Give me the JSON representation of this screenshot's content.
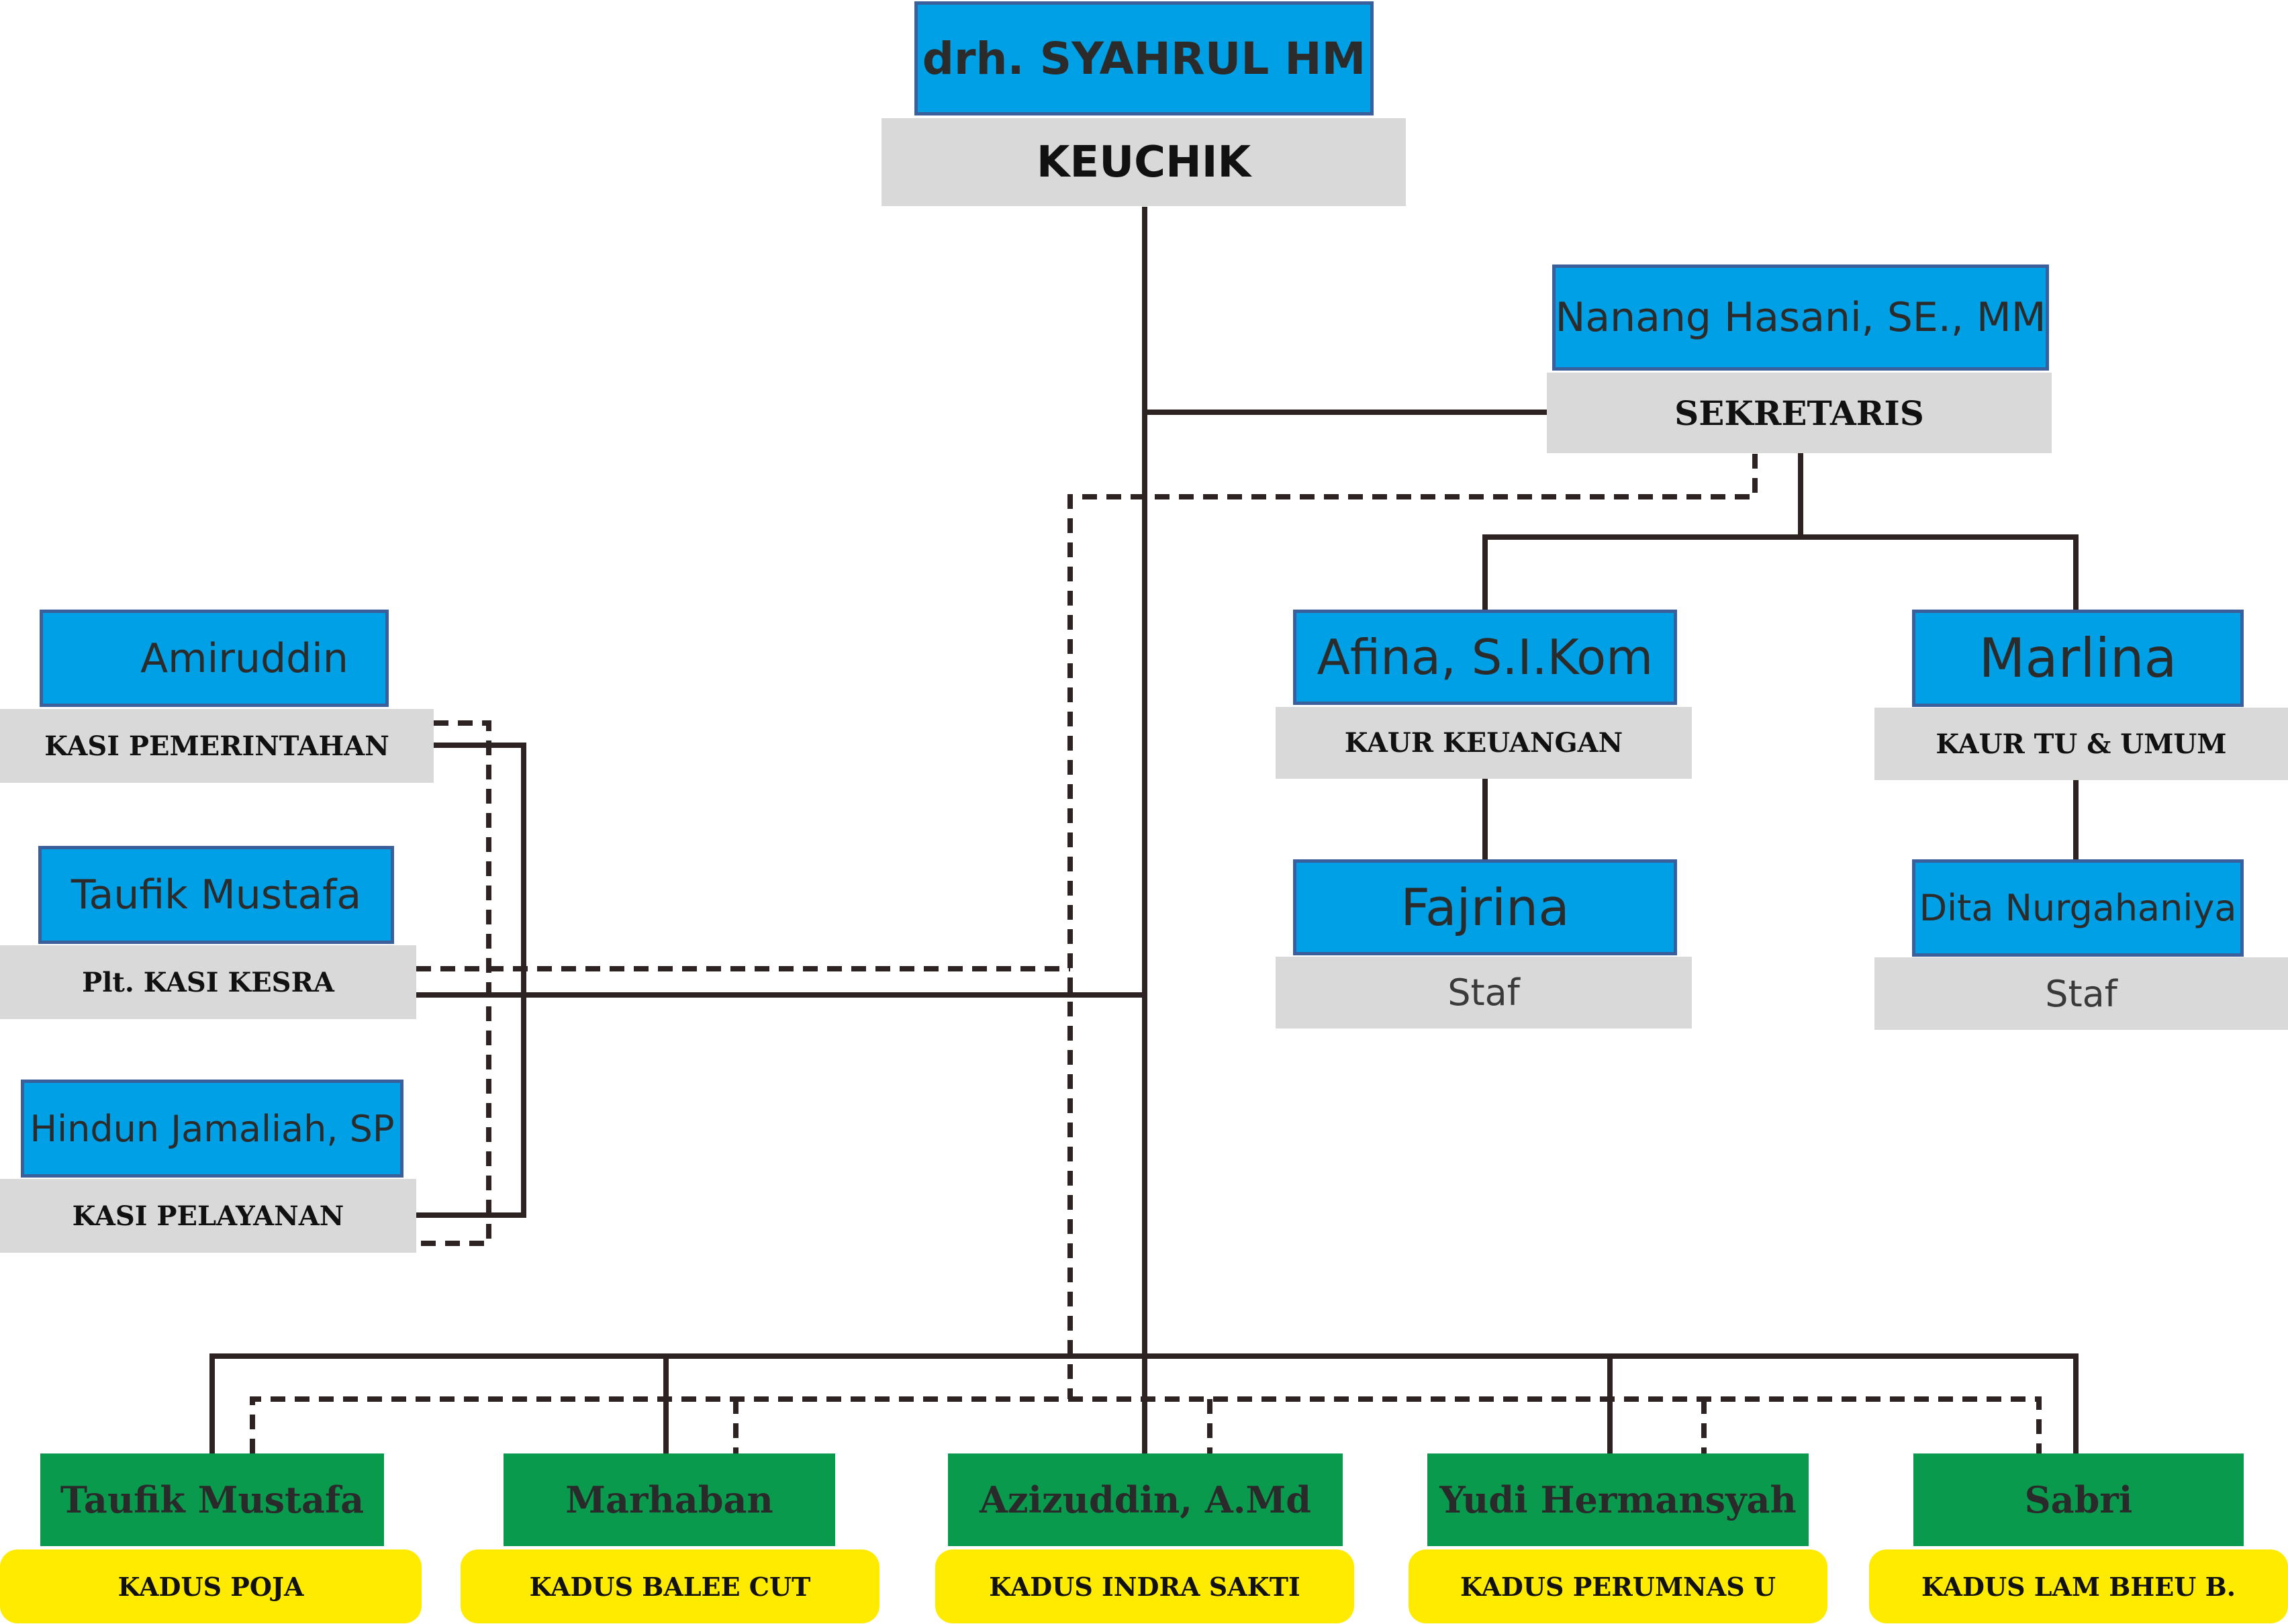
{
  "colors": {
    "name_box": "#00a0e6",
    "name_border": "#3a5f9a",
    "title_box": "#d9d9d9",
    "kadus_name_box": "#0a9a4e",
    "kadus_title_box": "#ffeb00",
    "line": "#2e2323"
  },
  "keuchik": {
    "name": "drh. SYAHRUL HM",
    "title": "KEUCHIK"
  },
  "sekretaris": {
    "name": "Nanang Hasani, SE., MM",
    "title": "SEKRETARIS"
  },
  "kaur_keuangan": {
    "name": "Afina, S.I.Kom",
    "title": "KAUR KEUANGAN"
  },
  "kaur_tu": {
    "name": "Marlina",
    "title": "KAUR TU & UMUM"
  },
  "staf_keuangan": {
    "name": "Fajrina",
    "title": "Staf"
  },
  "staf_tu": {
    "name": "Dita Nurgahaniya",
    "title": "Staf"
  },
  "kasi_pemerintahan": {
    "name": "Amiruddin",
    "title": "KASI PEMERINTAHAN"
  },
  "kasi_kesra": {
    "name": "Taufik Mustafa",
    "title": "Plt. KASI KESRA"
  },
  "kasi_pelayanan": {
    "name": "Hindun Jamaliah, SP",
    "title": "KASI PELAYANAN"
  },
  "kadus": [
    {
      "name": "Taufik Mustafa",
      "title": "KADUS POJA"
    },
    {
      "name": "Marhaban",
      "title": "KADUS BALEE CUT"
    },
    {
      "name": "Azizuddin, A.Md",
      "title": "KADUS INDRA SAKTI"
    },
    {
      "name": "Yudi Hermansyah",
      "title": "KADUS PERUMNAS U"
    },
    {
      "name": "Sabri",
      "title": "KADUS LAM BHEU B."
    }
  ]
}
